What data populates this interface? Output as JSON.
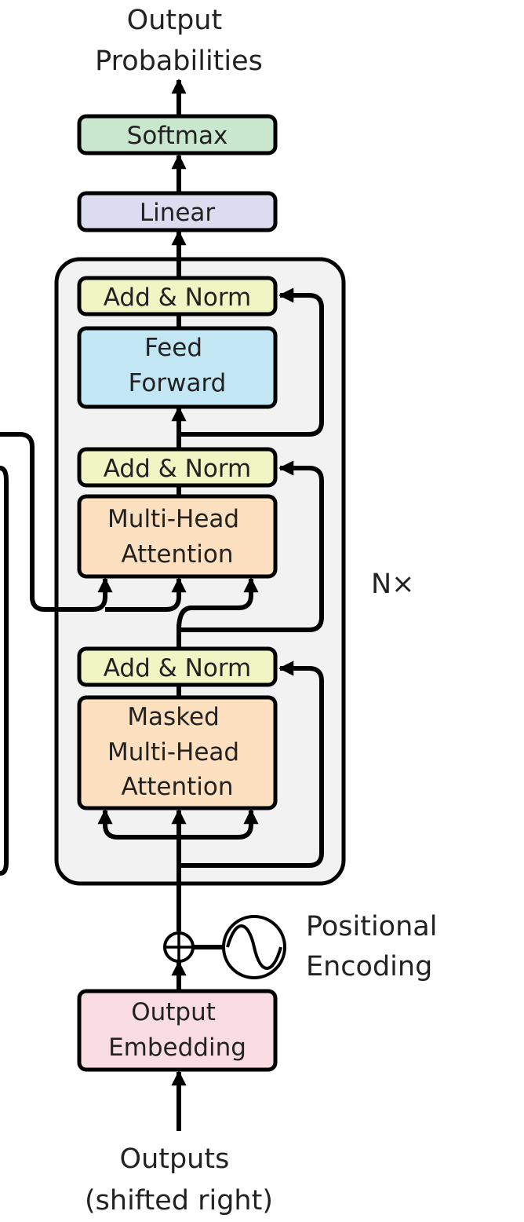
{
  "labels": {
    "output_probabilities": [
      "Output",
      "Probabilities"
    ],
    "softmax": "Softmax",
    "linear": "Linear",
    "add_norm_top": "Add & Norm",
    "feed_forward": [
      "Feed",
      "Forward"
    ],
    "add_norm_mid": "Add & Norm",
    "multi_head_attention": [
      "Multi-Head",
      "Attention"
    ],
    "add_norm_bottom": "Add & Norm",
    "masked_multi_head_attention": [
      "Masked",
      "Multi-Head",
      "Attention"
    ],
    "repeat": "N×",
    "positional_encoding": [
      "Positional",
      "Encoding"
    ],
    "output_embedding": [
      "Output",
      "Embedding"
    ],
    "outputs": [
      "Outputs",
      "(shifted right)"
    ]
  },
  "colors": {
    "softmax": "#c9e6cf",
    "linear": "#dcdcf0",
    "add_norm": "#f1f4c3",
    "feed_forward": "#c3e6f4",
    "attention": "#fde0bf",
    "embedding": "#f9dde2",
    "stack_background": "#f2f2f2"
  }
}
